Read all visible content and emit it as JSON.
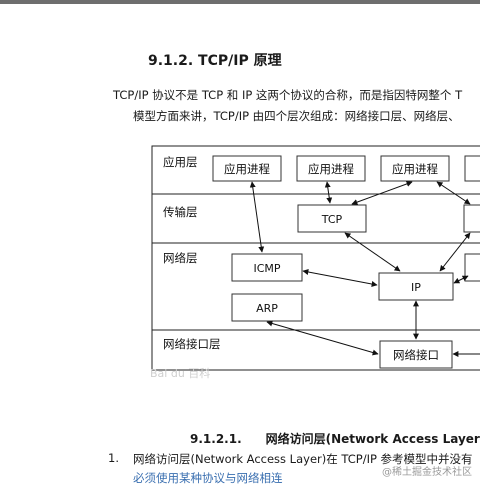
{
  "document": {
    "heading": "9.1.2.  TCP/IP 原理",
    "paragraph_line1": "TCP/IP 协议不是 TCP 和 IP 这两个协议的合称，而是指因特网整个 T",
    "paragraph_line2": "模型方面来讲，TCP/IP 由四个层次组成：网络接口层、网络层、",
    "subsection_number": "9.1.2.1.",
    "subsection_title": "网络访问层(Network Access Layer)",
    "list_item_number": "1.",
    "list_item_text": "网络访问层(Network Access Layer)在 TCP/IP 参考模型中并没有",
    "list_item_continuation": "必须使用某种协议与网络相连",
    "watermark_logo": "Bai du 百科",
    "watermark_corner": "@稀土掘金技术社区"
  },
  "diagram": {
    "layers": {
      "application": "应用层",
      "transport": "传输层",
      "network": "网络层",
      "interface": "网络接口层"
    },
    "boxes": {
      "app_process": "应用进程",
      "tcp": "TCP",
      "icmp": "ICMP",
      "arp": "ARP",
      "ip": "IP",
      "net_interface": "网络接口"
    }
  }
}
